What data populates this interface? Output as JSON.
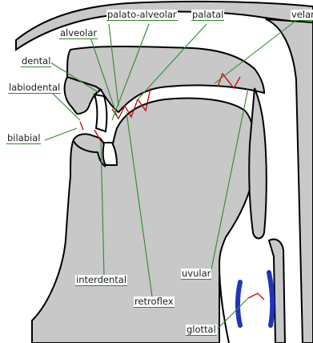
{
  "labels": {
    "palato_alveolar": "palato-alveolar",
    "palatal": "palatal",
    "velar": "velar",
    "alveolar": "alveolar",
    "dental": "dental",
    "labiodental": "labiodental",
    "bilabial": "bilabial",
    "interdental": "interdental",
    "uvular": "uvular",
    "retroflex": "retroflex",
    "glottal": "glottal"
  },
  "colors": {
    "tissue": "#c8c8c8",
    "outline": "#000000",
    "leader_line": "#2d8a2d",
    "articulation": "#cc0000",
    "vocal_folds": "#2233bb"
  }
}
